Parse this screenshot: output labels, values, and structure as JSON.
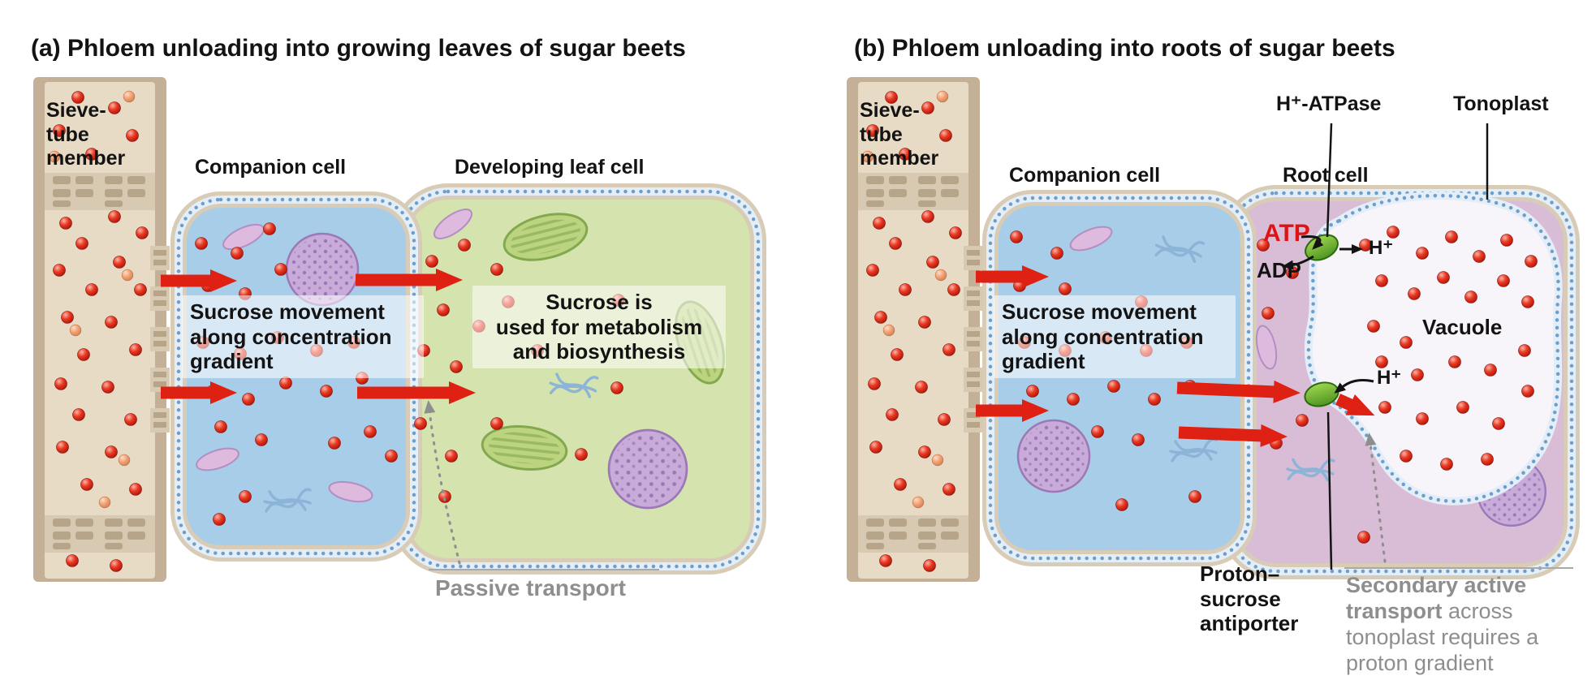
{
  "figure": {
    "colors": {
      "sucrose_red": "#df2114",
      "atp_red": "#e01212",
      "gray_label": "#8e8e8e",
      "companion_cell_fill": "#a8cde8",
      "leaf_cell_fill": "#d5e3ae",
      "root_cell_fill": "#d9bcd6",
      "sieve_tube_fill": "#e7dbc6",
      "pump_green": "#6ab32f",
      "membrane_blue": "#6f9ec8"
    },
    "panel_a": {
      "title": "(a) Phloem unloading into growing leaves of sugar beets",
      "sieve_tube_label": "Sieve-\ntube\nmember",
      "companion_cell_label": "Companion cell",
      "leaf_cell_label": "Developing leaf cell",
      "sucrose_movement_text": "Sucrose movement\nalong concentration\ngradient",
      "sucrose_used_text": "Sucrose is\nused for metabolism\nand biosynthesis",
      "passive_transport_label": "Passive transport"
    },
    "panel_b": {
      "title": "(b) Phloem unloading into roots of sugar beets",
      "sieve_tube_label": "Sieve-\ntube\nmember",
      "companion_cell_label": "Companion cell",
      "root_cell_label": "Root cell",
      "h_atpase_label": "H⁺-ATPase",
      "tonoplast_label": "Tonoplast",
      "atp_label": "ATP",
      "adp_label": "ADP",
      "h_plus_top": "H⁺",
      "h_plus_mid": "H⁺",
      "vacuole_label": "Vacuole",
      "sucrose_movement_text": "Sucrose movement\nalong concentration\ngradient",
      "antiporter_label": "Proton–\nsucrose\nantiporter",
      "secondary_transport_bold": "Secondary active transport",
      "secondary_transport_rest": " across tonoplast requires a proton gradient"
    }
  }
}
